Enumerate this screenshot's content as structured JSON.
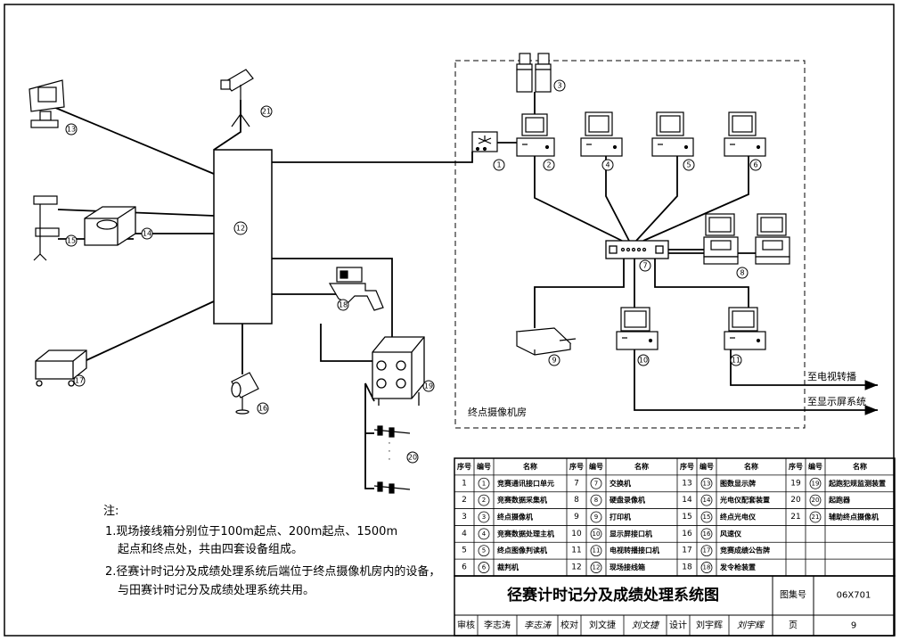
{
  "devices": {
    "d1": "1",
    "d2": "2",
    "d3": "3",
    "d4": "4",
    "d5": "5",
    "d6": "6",
    "d7": "7",
    "d8": "8",
    "d9": "9",
    "d10": "10",
    "d11": "11",
    "d12": "12",
    "d13": "13",
    "d14": "14",
    "d15": "15",
    "d16": "16",
    "d17": "17",
    "d18": "18",
    "d19": "19",
    "d20": "20",
    "d21": "21"
  },
  "room_label": "终点摄像机房",
  "outputs": {
    "tv": "至电视转播",
    "screen": "至显示屏系统"
  },
  "dots": "·",
  "notes": {
    "heading": "注:",
    "line1": "1.现场接线箱分别位于100m起点、200m起点、1500m",
    "line2": "起点和终点处，共由四套设备组成。",
    "line3": "2.径赛计时记分及成绩处理系统后端位于终点摄像机房内的设备，",
    "line4": "与田赛计时记分及成绩处理系统共用。"
  },
  "legend": {
    "headers": {
      "seq": "序号",
      "code": "编号",
      "name": "名称"
    },
    "rows": [
      [
        {
          "seq": "1",
          "code": "1",
          "name": "竞赛通讯接口单元"
        },
        {
          "seq": "7",
          "code": "7",
          "name": "交换机"
        },
        {
          "seq": "13",
          "code": "13",
          "name": "图数显示牌"
        },
        {
          "seq": "19",
          "code": "19",
          "name": "起跑犯规监测装置"
        }
      ],
      [
        {
          "seq": "2",
          "code": "2",
          "name": "竞赛数据采集机"
        },
        {
          "seq": "8",
          "code": "8",
          "name": "硬盘录像机"
        },
        {
          "seq": "14",
          "code": "14",
          "name": "光电仪配套装置"
        },
        {
          "seq": "20",
          "code": "20",
          "name": "起跑器"
        }
      ],
      [
        {
          "seq": "3",
          "code": "3",
          "name": "终点摄像机"
        },
        {
          "seq": "9",
          "code": "9",
          "name": "打印机"
        },
        {
          "seq": "15",
          "code": "15",
          "name": "终点光电仪"
        },
        {
          "seq": "21",
          "code": "21",
          "name": "辅助终点摄像机"
        }
      ],
      [
        {
          "seq": "4",
          "code": "4",
          "name": "竞赛数据处理主机"
        },
        {
          "seq": "10",
          "code": "10",
          "name": "显示屏接口机"
        },
        {
          "seq": "16",
          "code": "16",
          "name": "风速仪"
        },
        {
          "seq": "",
          "code": "",
          "name": ""
        }
      ],
      [
        {
          "seq": "5",
          "code": "5",
          "name": "终点图像判读机"
        },
        {
          "seq": "11",
          "code": "11",
          "name": "电视转播接口机"
        },
        {
          "seq": "17",
          "code": "17",
          "name": "竞赛成绩公告牌"
        },
        {
          "seq": "",
          "code": "",
          "name": ""
        }
      ],
      [
        {
          "seq": "6",
          "code": "6",
          "name": "裁判机"
        },
        {
          "seq": "12",
          "code": "12",
          "name": "现场接线箱"
        },
        {
          "seq": "18",
          "code": "18",
          "name": "发令枪装置"
        },
        {
          "seq": "",
          "code": "",
          "name": ""
        }
      ]
    ]
  },
  "title_block": {
    "title": "径赛计时记分及成绩处理系统图",
    "atlas_label": "图集号",
    "atlas_no": "06X701",
    "review_label": "审核",
    "reviewer": "李志涛",
    "reviewer_sig": "李志涛",
    "check_label": "校对",
    "checker": "刘文捷",
    "checker_sig": "刘文捷",
    "design_label": "设计",
    "designer": "刘宇辉",
    "designer_sig": "刘宇辉",
    "page_label": "页",
    "page_no": "9"
  }
}
